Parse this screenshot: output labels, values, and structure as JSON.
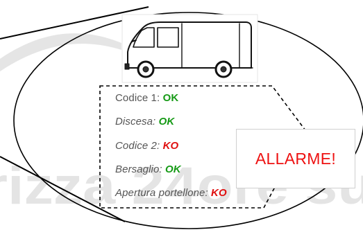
{
  "watermark": "rizza 24ore su",
  "status_lines": [
    {
      "label": "Codice 1:",
      "value": "OK",
      "status": "ok",
      "italic": false
    },
    {
      "label": "Discesa:",
      "value": "OK",
      "status": "ok",
      "italic": true
    },
    {
      "label": "Codice 2:",
      "value": "KO",
      "status": "ko",
      "italic": true
    },
    {
      "label": "Bersaglio:",
      "value": "OK",
      "status": "ok",
      "italic": true
    },
    {
      "label": "Apertura portellone:",
      "value": "KO",
      "status": "ko",
      "italic": true
    }
  ],
  "alarm": {
    "text": "ALLARME!"
  },
  "icons": {
    "vehicle": "van-icon"
  },
  "colors": {
    "ok": "#169a16",
    "ko": "#e01010",
    "alarm": "#ee1111",
    "watermark": "#8a8a8a"
  }
}
